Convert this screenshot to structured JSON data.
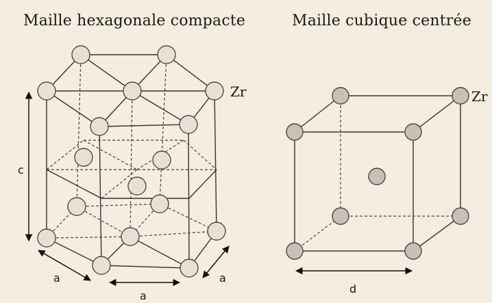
{
  "titles": {
    "hcp": "Maille hexagonale compacte",
    "bcc": "Maille cubique centrée"
  },
  "labels": {
    "hcp_element": "Zr",
    "bcc_element": "Zr",
    "hcp_height": "c",
    "hcp_edge_left": "a",
    "hcp_edge_bottom": "a",
    "hcp_edge_right": "a",
    "bcc_edge": "d"
  },
  "colors": {
    "background": "#f5eddf",
    "hcp_atom": "#eadfd2",
    "bcc_atom": "#c9c1b6"
  }
}
